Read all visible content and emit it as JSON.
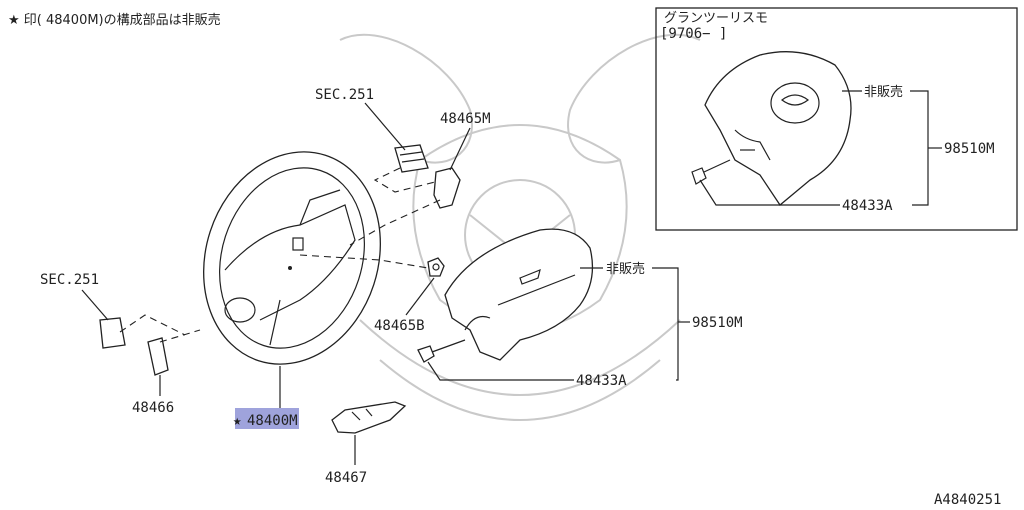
{
  "header_note": "★ 印( 48400M)の構成部品は非販売",
  "inset": {
    "title": "グランツーリスモ",
    "date_range": "[9706−      ]",
    "not_for_sale": "非販売",
    "assembly_part": "98510M",
    "bolt_part": "48433A"
  },
  "labels": {
    "sec251_top": "SEC.251",
    "p48465M": "48465M",
    "sec251_left": "SEC.251",
    "p48465B": "48465B",
    "p48466": "48466",
    "star": "★",
    "p48400M": "48400M",
    "p48467": "48467",
    "not_for_sale": "非販売",
    "p98510M": "98510M",
    "p48433A": "48433A"
  },
  "figure_id": "A4840251",
  "colors": {
    "highlight": "#9fa3dc",
    "line": "#222222",
    "watermark": "#c9c9c9"
  }
}
